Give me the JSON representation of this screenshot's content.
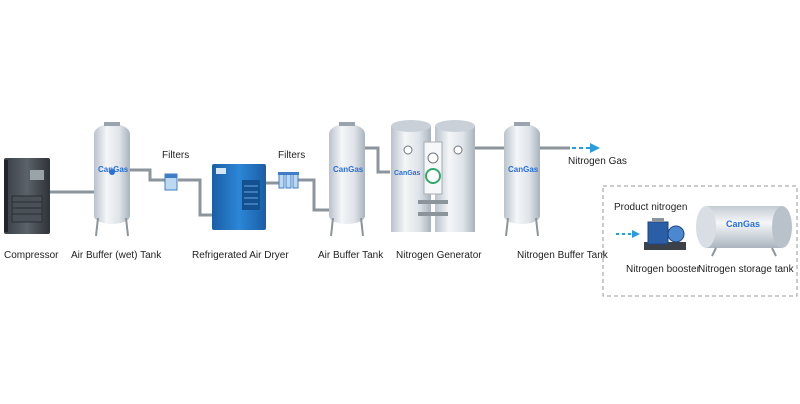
{
  "brand": {
    "logo_text": "CanGas",
    "accent": "#2a6fdb",
    "tank_body": "#e4e9ee",
    "dryer_blue": "#1f74c7",
    "flow_arrow": "#2b9be0"
  },
  "labels": {
    "compressor": "Compressor",
    "air_buffer_wet_tank": "Air Buffer (wet) Tank",
    "filters_1": "Filters",
    "refrigerated_air_dryer": "Refrigerated Air Dryer",
    "filters_2": "Filters",
    "air_buffer_tank": "Air Buffer Tank",
    "nitrogen_generator": "Nitrogen Generator",
    "nitrogen_buffer_tank": "Nitrogen Buffer Tank",
    "nitrogen_gas": "Nitrogen Gas",
    "product_nitrogen": "Product nitrogen",
    "nitrogen_booster": "Nitrogen booster",
    "nitrogen_storage_tank": "Nitrogen storage tank"
  }
}
